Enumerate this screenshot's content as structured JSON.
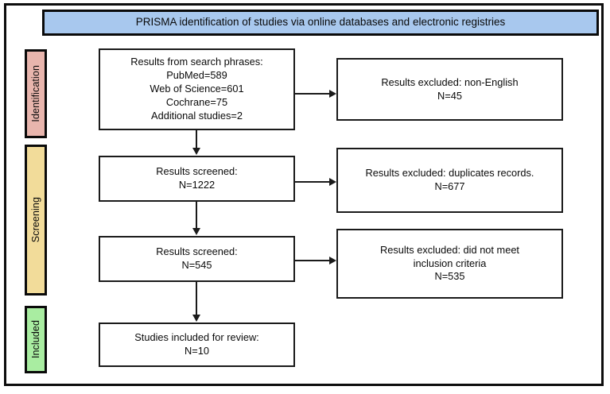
{
  "banner": {
    "title": "PRISMA identification of studies via online databases and electronic registries",
    "color": "#a8c8ee"
  },
  "stages": [
    {
      "label": "Identification",
      "color": "#e8b5ad"
    },
    {
      "label": "Screening",
      "color": "#f2dc9a"
    },
    {
      "label": "Included",
      "color": "#a9eda1"
    }
  ],
  "boxes": {
    "search_results": {
      "lines": [
        "Results from search phrases:",
        "PubMed=589",
        "Web of Science=601",
        "Cochrane=75",
        "Additional studies=2"
      ]
    },
    "excluded_non_english": {
      "lines": [
        "Results excluded: non-English",
        "N=45"
      ]
    },
    "screened_1": {
      "lines": [
        "Results screened:",
        "N=1222"
      ]
    },
    "excluded_duplicates": {
      "lines": [
        "Results excluded: duplicates records.",
        "N=677"
      ]
    },
    "screened_2": {
      "lines": [
        "Results screened:",
        "N=545"
      ]
    },
    "excluded_criteria": {
      "lines": [
        "Results excluded: did not meet",
        "inclusion criteria",
        "N=535"
      ]
    },
    "included_studies": {
      "lines": [
        "Studies included for review:",
        "N=10"
      ]
    }
  }
}
